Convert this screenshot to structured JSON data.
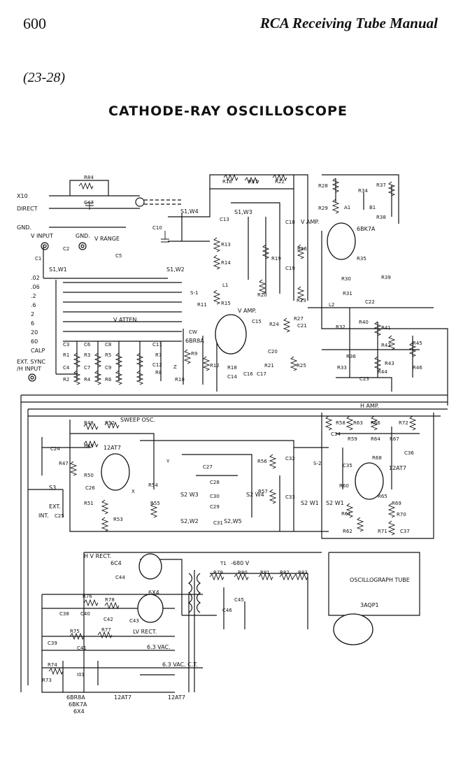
{
  "header": {
    "page_number": "600",
    "running_title": "RCA Receiving Tube Manual"
  },
  "figure": {
    "number": "(23-28)",
    "title": "CATHODE-RAY OSCILLOSCOPE"
  },
  "inputs": {
    "x10": "X10",
    "direct": "DIRECT",
    "gnd": "GND.",
    "v_input": "V INPUT",
    "gnd2": "GND.",
    "v_range": "V RANGE",
    "ext_sync": "EXT. SYNC",
    "h_input": "/H INPUT"
  },
  "switches": {
    "s1w4": "S1,W4",
    "s1w3": "S1,W3",
    "s1w1": "S1,W1",
    "s1w2": "S1,W2",
    "s3": "S3",
    "s2w3": "S2 W3",
    "s2w4": "S2 W4",
    "s2w2": "S2,W2",
    "s2w5": "S2,W5",
    "s2w1a": "S2 W1",
    "s2w1b": "S2 W1"
  },
  "range_steps": [
    ".02",
    ".06",
    ".2",
    ".6",
    "2",
    "6",
    "20",
    "60",
    "CALP"
  ],
  "sections": {
    "v_atten": "V ATTEN.",
    "v_amp1": "V AMP.",
    "v_amp2": "V AMP.",
    "h_amp": "H AMP.",
    "sweep_osc": "SWEEP OSC.",
    "hv_rect": "H V RECT.",
    "lv_rect": "LV RECT.",
    "osc_tube": "OSCILLOGRAPH TUBE",
    "supply": "-680 V",
    "vac1": "6.3 VAC.",
    "vac2": "6.3 VAC. C.T.",
    "ext": "EXT.",
    "int": "INT."
  },
  "tubes": [
    {
      "type": "6BK7A"
    },
    {
      "type": "6BR8A"
    },
    {
      "type": "12AT7"
    },
    {
      "type": "12AT7"
    },
    {
      "type": "6X4"
    },
    {
      "type": "6C4"
    },
    {
      "type": "3AQP1"
    }
  ],
  "heater_labels": [
    "6BR8A",
    "6BK7A",
    "6X4",
    "12AT7",
    "12AT7"
  ],
  "components": {
    "resistors": [
      "R84",
      "R16",
      "R17",
      "R22",
      "R28",
      "R34",
      "R37",
      "R29",
      "R38",
      "R13",
      "R14",
      "R15",
      "R19",
      "R20",
      "R26",
      "R35",
      "R30",
      "R39",
      "R31",
      "R11",
      "R32",
      "R40",
      "R41",
      "R42",
      "R45",
      "R23",
      "R27",
      "R24",
      "R9",
      "R12",
      "R21",
      "R25",
      "R36",
      "R43",
      "R44",
      "R46",
      "R33",
      "R18",
      "R1",
      "R3",
      "R5",
      "R7",
      "R2",
      "R4",
      "R6",
      "R8",
      "R10",
      "R48",
      "R52",
      "R58",
      "R63",
      "R66",
      "R72",
      "R49",
      "R59",
      "R64",
      "R67",
      "R47",
      "R50",
      "R56",
      "R68",
      "R54",
      "R55",
      "R51",
      "R53",
      "R57",
      "R60",
      "R65",
      "R69",
      "R61",
      "R70",
      "R62",
      "R71",
      "R76",
      "R78",
      "R79",
      "R80",
      "R81",
      "R82",
      "R83",
      "R75",
      "R77",
      "R74",
      "R73"
    ],
    "capacitors": [
      "C47",
      "C10",
      "C13",
      "C18",
      "C1",
      "C2",
      "C5",
      "C19",
      "C22",
      "C15",
      "C21",
      "C20",
      "C14",
      "C16",
      "C17",
      "C23",
      "C3",
      "C6",
      "C8",
      "C11",
      "C4",
      "C7",
      "C9",
      "C12",
      "C24",
      "C34",
      "C36",
      "C27",
      "C28",
      "C32",
      "C35",
      "C26",
      "C30",
      "C29",
      "C33",
      "C31",
      "C25",
      "C37",
      "C44",
      "C45",
      "C46",
      "C38",
      "C40",
      "C42",
      "C43",
      "C39",
      "C41"
    ],
    "misc": [
      "L1",
      "L2",
      "A1",
      "B1",
      "CW",
      "Z",
      "X",
      "Y",
      "S-1",
      "S-2",
      "I01",
      "T1"
    ]
  }
}
